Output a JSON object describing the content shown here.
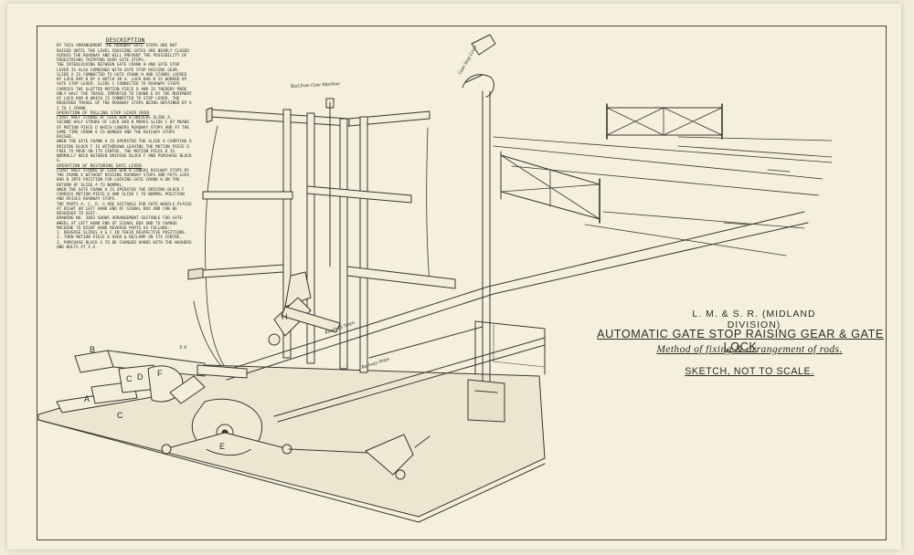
{
  "title_block": {
    "company": "L. M. & S. R. (MIDLAND DIVISION)",
    "title": "AUTOMATIC GATE STOP RAISING GEAR & GATE LOCK",
    "subtitle": "Method of fixing & arrangement of rods.",
    "note": "SKETCH, NOT TO SCALE."
  },
  "description": {
    "heading": "DESCRIPTION",
    "p1": "BY THIS ARRANGEMENT THE ROADWAY GATE STOPS ARE NOT RAISED UNTIL THE LEVEL CROSSING GATES ARE NEARLY CLOSED ACROSS THE ROADWAY AND WILL PREVENT THE POSSIBILITY OF PEDESTRIANS TRIPPING OVER GATE STOPS.",
    "p2": "THE INTERLOCKING BETWEEN GATE CRANK H AND GATE STOP LEVER IS ALSO COMBINED WITH GATE STOP RAISING GEAR.",
    "p3": "SLIDE A IS CONNECTED TO GATE CRANK H AND STANDS LOCKED BY LOCK BAR B BY A NOTCH IN A. LOCK BAR B IS WORKED BY GATE STOP LEVER. SLIDE C CONNECTED TO ROADWAY STOPS CARRIES THE SLOTTED MOTION PIECE D AND IS THEREBY MADE ONLY HALF THE TRAVEL IMPARTED TO CRANK E BY THE MOVEMENT OF LOCK BAR B WHICH IS CONNECTED TO STOP LEVER. THE REQUIRED TRAVEL OF THE ROADWAY STOPS BEING OBTAINED BY A 2 TO 1 CRANK.",
    "s1": "OPERATION OF PULLING STOP LEVER OVER",
    "p4": "FIRST HALF STROKE OF LOCK BAR B UNLOCKS SLIDE A.",
    "p5": "SECOND HALF STROKE OF LOCK BAR B MOVES SLIDE C BY MEANS OF MOTION PIECE D WHICH LOWERS ROADWAY STOPS AND AT THE SAME TIME CRANK E IS WORKED AND THE RAILWAY STOPS RAISED.",
    "p6": "WHEN THE GATE CRANK H IS OPERATED THE SLIDE A CARRYING A DRIVING BLOCK F IS WITHDRAWN LEAVING THE MOTION PIECE D FREE TO MOVE ON ITS CENTRE, THE MOTION PIECE D IS NORMALLY HELD BETWEEN DRIVING BLOCK F AND PURCHASE BLOCK G.",
    "s2": "OPERATION OF RESTORING GATE LEVER",
    "p7": "FIRST HALF STROKE OF LOCK BAR B LOWERS RAILWAY STOPS BY THE CRANK E WITHOUT RAISING ROADWAY STOPS AND PUTS LOCK BAR B INTO POSITION FOR LOCKING GATE CRANK H ON THE RETURN OF SLIDE A TO NORMAL.",
    "p8": "WHEN THE GATE CRANK H IS OPERATED THE DRIVING BLOCK F CARRIES MOTION PIECE D AND SLIDE C TO NORMAL POSITION AND RAISES ROADWAY STOPS.",
    "p9": "THE PARTS A, C, D, G ARE SUITABLE FOR GATE WHEELS PLACED AT RIGHT OR LEFT HAND END OF SIGNAL BOX AND CAN BE REVERSED TO SUIT.",
    "p10": "DRAWING No. 3083 SHOWS ARRANGEMENT SUITABLE FOR GATE WHEEL AT LEFT HAND END OF SIGNAL BOX AND TO CHANGE MACHINE TO RIGHT HAND REVERSE PARTS AS FOLLOWS:-",
    "p11": "1. REVERSE SLIDES A & C IN THEIR RESPECTIVE POSITIONS.",
    "p12": "2. TURN MOTION PIECE D OVER & RECLAMP ON ITS CENTRE.",
    "p13": "3. PURCHASE BLOCK G TO BE CHANGED HANDS WITH THE WASHERS AND BOLTS AT X.X."
  },
  "labels": {
    "rod_from_gate_machine": "Rod from Gate Machine",
    "gate_stop_lever": "Gate Stop Lever",
    "roadway_stops_upper": "Roadway Stops",
    "railway_stops": "Railway Stops",
    "x_marks": "X X",
    "A": "A",
    "B": "B",
    "C": "C",
    "D": "D",
    "E": "E",
    "F": "F",
    "H": "H"
  }
}
